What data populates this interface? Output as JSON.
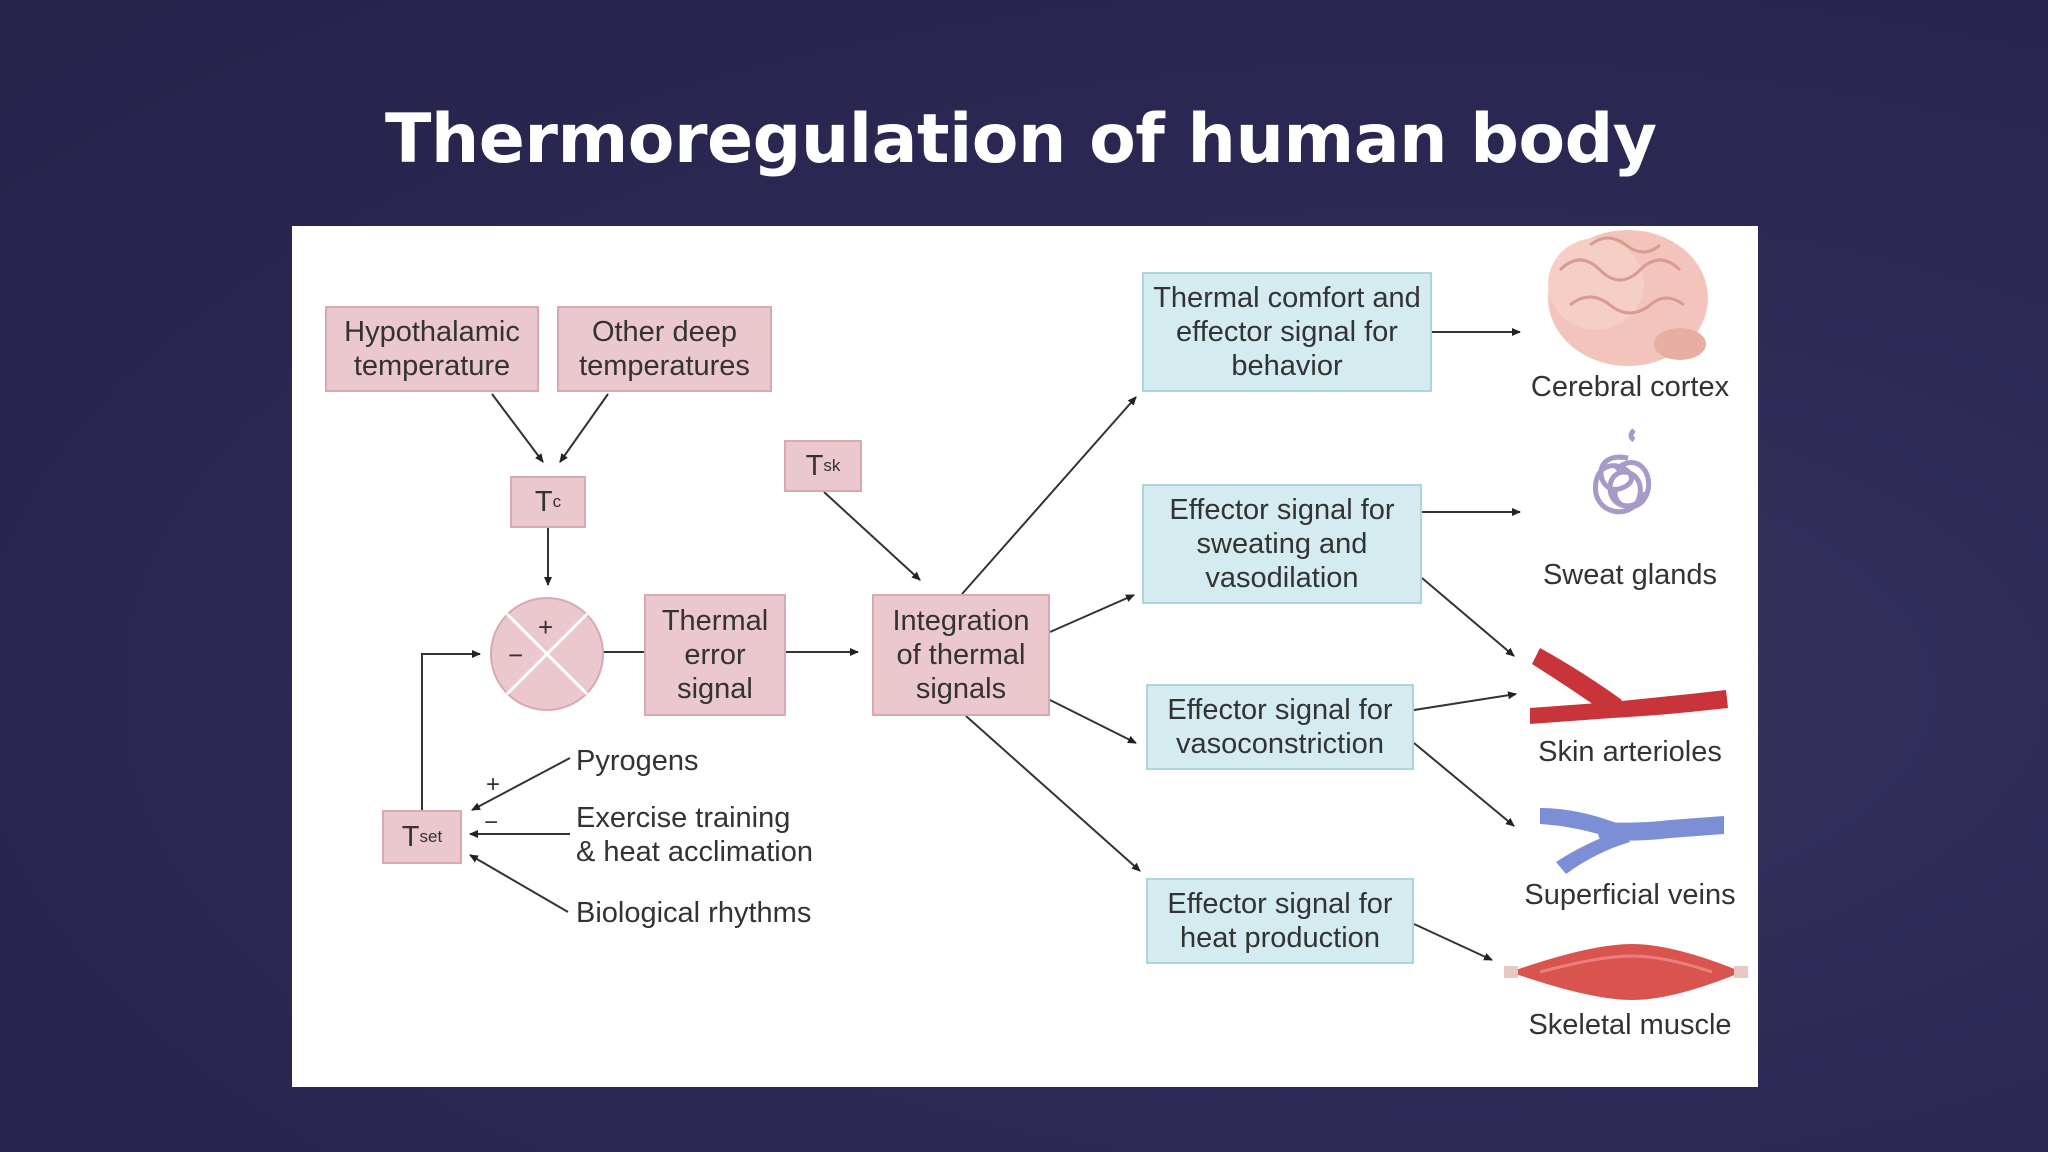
{
  "title": "Thermoregulation of human body",
  "inputs": {
    "hypothalamic": "Hypothalamic\ntemperature",
    "other_deep": "Other deep\ntemperatures",
    "tc_main": "T",
    "tc_sub": "c",
    "tsk_main": "T",
    "tsk_sub": "sk",
    "tset_main": "T",
    "tset_sub": "set"
  },
  "comparator": {
    "plus": "+",
    "minus": "−"
  },
  "process": {
    "thermal_error": "Thermal\nerror\nsignal",
    "integration": "Integration\nof thermal\nsignals"
  },
  "modifiers": {
    "pyrogens": "Pyrogens",
    "exercise": "Exercise training\n& heat acclimation",
    "rhythms": "Biological rhythms",
    "plus": "+",
    "minus": "−"
  },
  "effectors": {
    "comfort": "Thermal comfort and\neffector signal for\nbehavior",
    "sweating": "Effector signal for\nsweating and\nvasodilation",
    "vasoconstriction": "Effector signal for\nvasoconstriction",
    "heat_production": "Effector signal for\nheat production"
  },
  "organs": {
    "cerebral_cortex": "Cerebral cortex",
    "sweat_glands": "Sweat glands",
    "skin_arterioles": "Skin arterioles",
    "superficial_veins": "Superficial veins",
    "skeletal_muscle": "Skeletal muscle"
  },
  "colors": {
    "pink_box": "#eac8cd",
    "blue_box": "#d4ecef",
    "artery_red": "#c9333a",
    "vein_blue": "#7c8fd6",
    "muscle_red": "#d9534f",
    "brain_pink": "#f2c4bb"
  }
}
